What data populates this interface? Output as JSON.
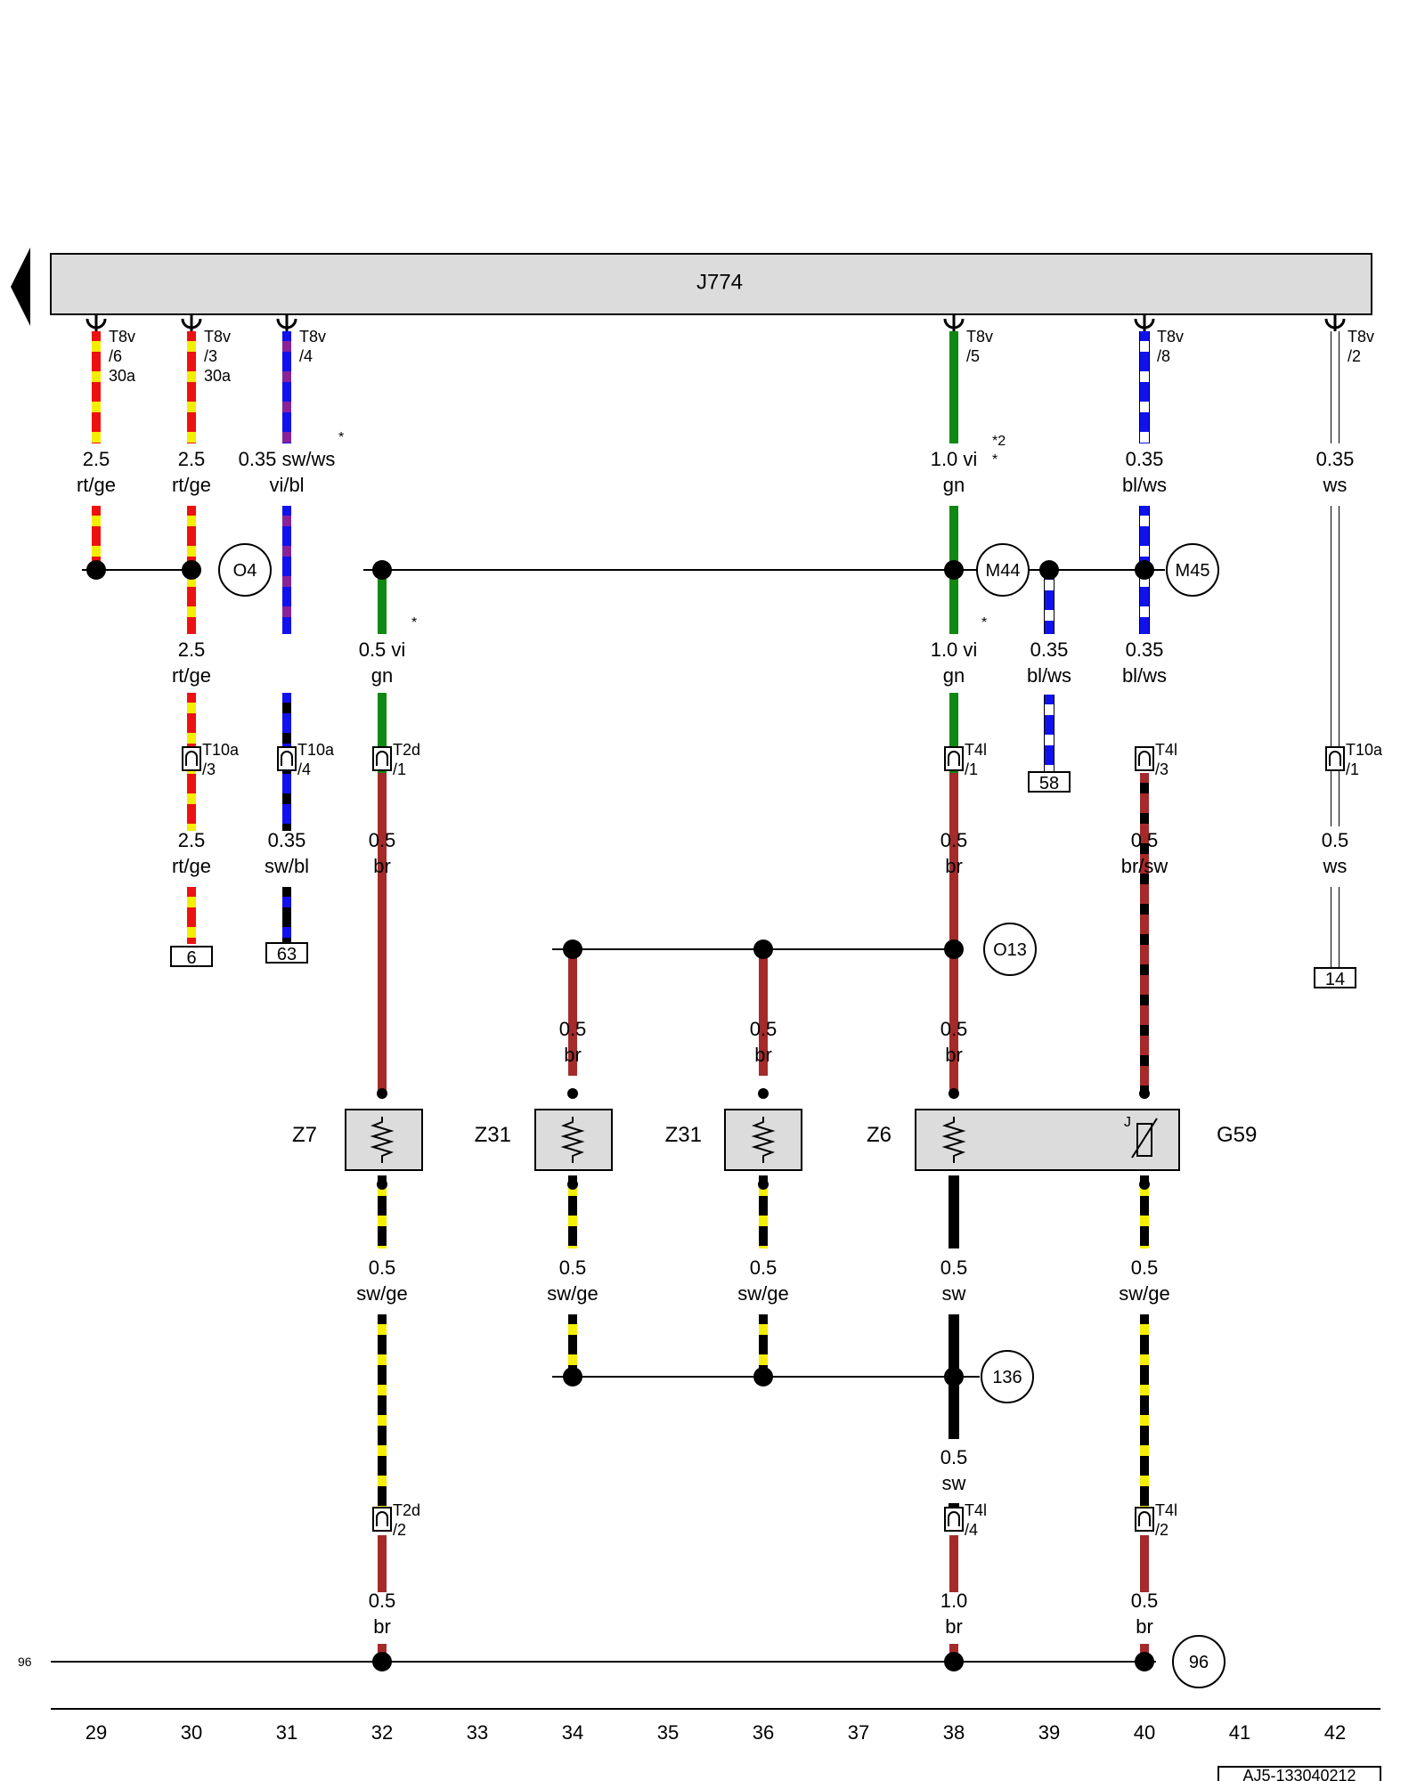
{
  "control_unit": {
    "label": "J774"
  },
  "reference_id": "AJ5-133040212",
  "ground": {
    "left_label": "96",
    "right_label": "96"
  },
  "column_numbers": [
    "29",
    "30",
    "31",
    "32",
    "33",
    "34",
    "35",
    "36",
    "37",
    "38",
    "39",
    "40",
    "41",
    "42"
  ],
  "connectors_top": [
    {
      "col": 29,
      "lines": [
        "T8v",
        "/6",
        "30a"
      ]
    },
    {
      "col": 30,
      "lines": [
        "T8v",
        "/3",
        "30a"
      ]
    },
    {
      "col": 31,
      "lines": [
        "T8v",
        "/4"
      ]
    },
    {
      "col": 38,
      "lines": [
        "T8v",
        "/5"
      ]
    },
    {
      "col": 40,
      "lines": [
        "T8v",
        "/8"
      ]
    },
    {
      "col": 42,
      "lines": [
        "T8v",
        "/2"
      ]
    }
  ],
  "connectors_inline": [
    {
      "col": 30,
      "lines": [
        "T10a",
        "/3"
      ]
    },
    {
      "col": 31,
      "lines": [
        "T10a",
        "/4"
      ]
    },
    {
      "col": 32,
      "lines": [
        "T2d",
        "/1"
      ]
    },
    {
      "col": 38,
      "lines": [
        "T4l",
        "/1"
      ]
    },
    {
      "col": 40,
      "lines": [
        "T4l",
        "/3"
      ]
    },
    {
      "col": 42,
      "lines": [
        "T10a",
        "/1"
      ]
    },
    {
      "col": 32,
      "lines": [
        "T2d",
        "/2"
      ]
    },
    {
      "col": 38,
      "lines": [
        "T4l",
        "/4"
      ]
    },
    {
      "col": 40,
      "lines": [
        "T4l",
        "/2"
      ]
    }
  ],
  "wire_labels": [
    {
      "col": 29,
      "lines": [
        "2.5",
        "rt/ge"
      ]
    },
    {
      "col": 30,
      "lines": [
        "2.5",
        "rt/ge"
      ]
    },
    {
      "col": 31,
      "lines": [
        "0.35 sw/ws",
        "vi/bl"
      ]
    },
    {
      "col": 38,
      "lines": [
        "1.0 vi",
        "gn"
      ]
    },
    {
      "col": 40,
      "lines": [
        "0.35",
        "bl/ws"
      ]
    },
    {
      "col": 42,
      "lines": [
        "0.35",
        "ws"
      ]
    },
    {
      "col": 30,
      "lines": [
        "2.5",
        "rt/ge"
      ]
    },
    {
      "col": 32,
      "lines": [
        "0.5 vi",
        "gn"
      ]
    },
    {
      "col": 38,
      "lines": [
        "1.0 vi",
        "gn"
      ]
    },
    {
      "col": 39,
      "lines": [
        "0.35",
        "bl/ws"
      ]
    },
    {
      "col": 40,
      "lines": [
        "0.35",
        "bl/ws"
      ]
    },
    {
      "col": 30,
      "lines": [
        "2.5",
        "rt/ge"
      ]
    },
    {
      "col": 31,
      "lines": [
        "0.35",
        "sw/bl"
      ]
    },
    {
      "col": 32,
      "lines": [
        "0.5",
        "br"
      ]
    },
    {
      "col": 38,
      "lines": [
        "0.5",
        "br"
      ]
    },
    {
      "col": 40,
      "lines": [
        "0.5",
        "br/sw"
      ]
    },
    {
      "col": 42,
      "lines": [
        "0.5",
        "ws"
      ]
    },
    {
      "col": 34,
      "lines": [
        "0.5",
        "br"
      ]
    },
    {
      "col": 36,
      "lines": [
        "0.5",
        "br"
      ]
    },
    {
      "col": 38,
      "lines": [
        "0.5",
        "br"
      ]
    },
    {
      "col": 32,
      "lines": [
        "0.5",
        "sw/ge"
      ]
    },
    {
      "col": 34,
      "lines": [
        "0.5",
        "sw/ge"
      ]
    },
    {
      "col": 36,
      "lines": [
        "0.5",
        "sw/ge"
      ]
    },
    {
      "col": 38,
      "lines": [
        "0.5",
        "sw"
      ]
    },
    {
      "col": 40,
      "lines": [
        "0.5",
        "sw/ge"
      ]
    },
    {
      "col": 38,
      "lines": [
        "0.5",
        "sw"
      ]
    },
    {
      "col": 32,
      "lines": [
        "0.5",
        "br"
      ]
    },
    {
      "col": 38,
      "lines": [
        "1.0",
        "br"
      ]
    },
    {
      "col": 40,
      "lines": [
        "0.5",
        "br"
      ]
    }
  ],
  "footnotes": [
    "*",
    "*2",
    "*",
    "*",
    "*"
  ],
  "components": [
    {
      "label": "Z7",
      "col": 32
    },
    {
      "label": "Z31",
      "col": 34
    },
    {
      "label": "Z31",
      "col": 36
    },
    {
      "label": "Z6",
      "col": 38
    },
    {
      "label": "G59",
      "col": 40
    }
  ],
  "component_symbol_label": "J",
  "connection_points": [
    {
      "label": "O4"
    },
    {
      "label": "M44"
    },
    {
      "label": "M45"
    },
    {
      "label": "O13"
    },
    {
      "label": "136"
    },
    {
      "label": "96"
    }
  ],
  "references": [
    {
      "label": "6",
      "col": 30
    },
    {
      "label": "63",
      "col": 31
    },
    {
      "label": "58",
      "col": 39
    },
    {
      "label": "14",
      "col": 42
    }
  ],
  "wire_colors": {
    "rt": "#ee1111",
    "ge": "#f4ee00",
    "sw": "#000000",
    "bl": "#1111ee",
    "vi": "#882299",
    "gn": "#118811",
    "br": "#a52a2a",
    "ws": "#ffffff"
  }
}
